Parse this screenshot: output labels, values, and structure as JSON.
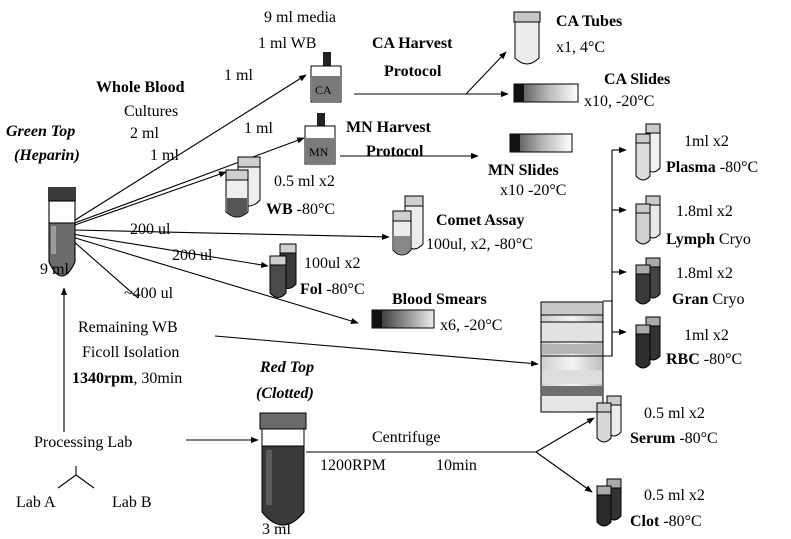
{
  "source": {
    "green_top_l1": "Green Top",
    "green_top_l2": "(Heparin)",
    "green_vol": "9 ml",
    "red_top_l1": "Red Top",
    "red_top_l2": "(Clotted)",
    "red_vol": "3 ml",
    "processing_lab": "Processing  Lab",
    "lab_a": "Lab A",
    "lab_b": "Lab B"
  },
  "cultures": {
    "whole_blood": "Whole Blood",
    "cultures_label": "Cultures",
    "cultures_vol": "2 ml",
    "ca_branch_vol": "1 ml",
    "mn_branch_vol": "1 ml",
    "media": "9 ml media",
    "wb_added": "1 ml WB",
    "ca_label": "CA",
    "mn_label": "MN",
    "ca_harvest_l1": "CA Harvest",
    "ca_harvest_l2": "Protocol",
    "mn_harvest_l1": "MN Harvest",
    "mn_harvest_l2": "Protocol"
  },
  "outputs": {
    "ca_tubes_title": "CA Tubes",
    "ca_tubes_spec": "x1,   4°C",
    "ca_slides_title": "CA Slides",
    "ca_slides_spec": "x10,  -20°C",
    "mn_slides_title": "MN Slides",
    "mn_slides_spec": "x10   -20°C"
  },
  "aliquots": {
    "wb_in": "1 ml",
    "wb_spec": "0.5 ml x2",
    "wb_name": "WB",
    "wb_temp": " -80°C",
    "comet_in": "200 ul",
    "comet_title": "Comet Assay",
    "comet_spec": "100ul, x2, -80°C",
    "fol_in": "200 ul",
    "fol_spec": "100ul x2",
    "fol_name": "Fol",
    "fol_temp": " -80°C",
    "smear_in": "~400 ul",
    "smear_title": "Blood Smears",
    "smear_spec": "x6,  -20°C"
  },
  "ficoll": {
    "remaining": "Remaining WB",
    "isolation": "Ficoll Isolation",
    "speed": "1340rpm",
    "time": ", 30min"
  },
  "fractions": [
    {
      "vol": "1ml    x2",
      "name": "Plasma",
      "temp": " -80°C"
    },
    {
      "vol": "1.8ml    x2",
      "name": "Lymph",
      "temp": " Cryo"
    },
    {
      "vol": "1.8ml    x2",
      "name": "Gran",
      "temp": "  Cryo"
    },
    {
      "vol": "1ml     x2",
      "name": "RBC",
      "temp": " -80°C"
    }
  ],
  "clot": {
    "centrifuge": "Centrifuge",
    "speed": "1200RPM",
    "time": "10min",
    "serum_vol": "0.5 ml   x2",
    "serum_name": "Serum",
    "serum_temp": " -80°C",
    "clot_vol": "0.5 ml   x2",
    "clot_name": "Clot",
    "clot_temp": " -80°C"
  }
}
